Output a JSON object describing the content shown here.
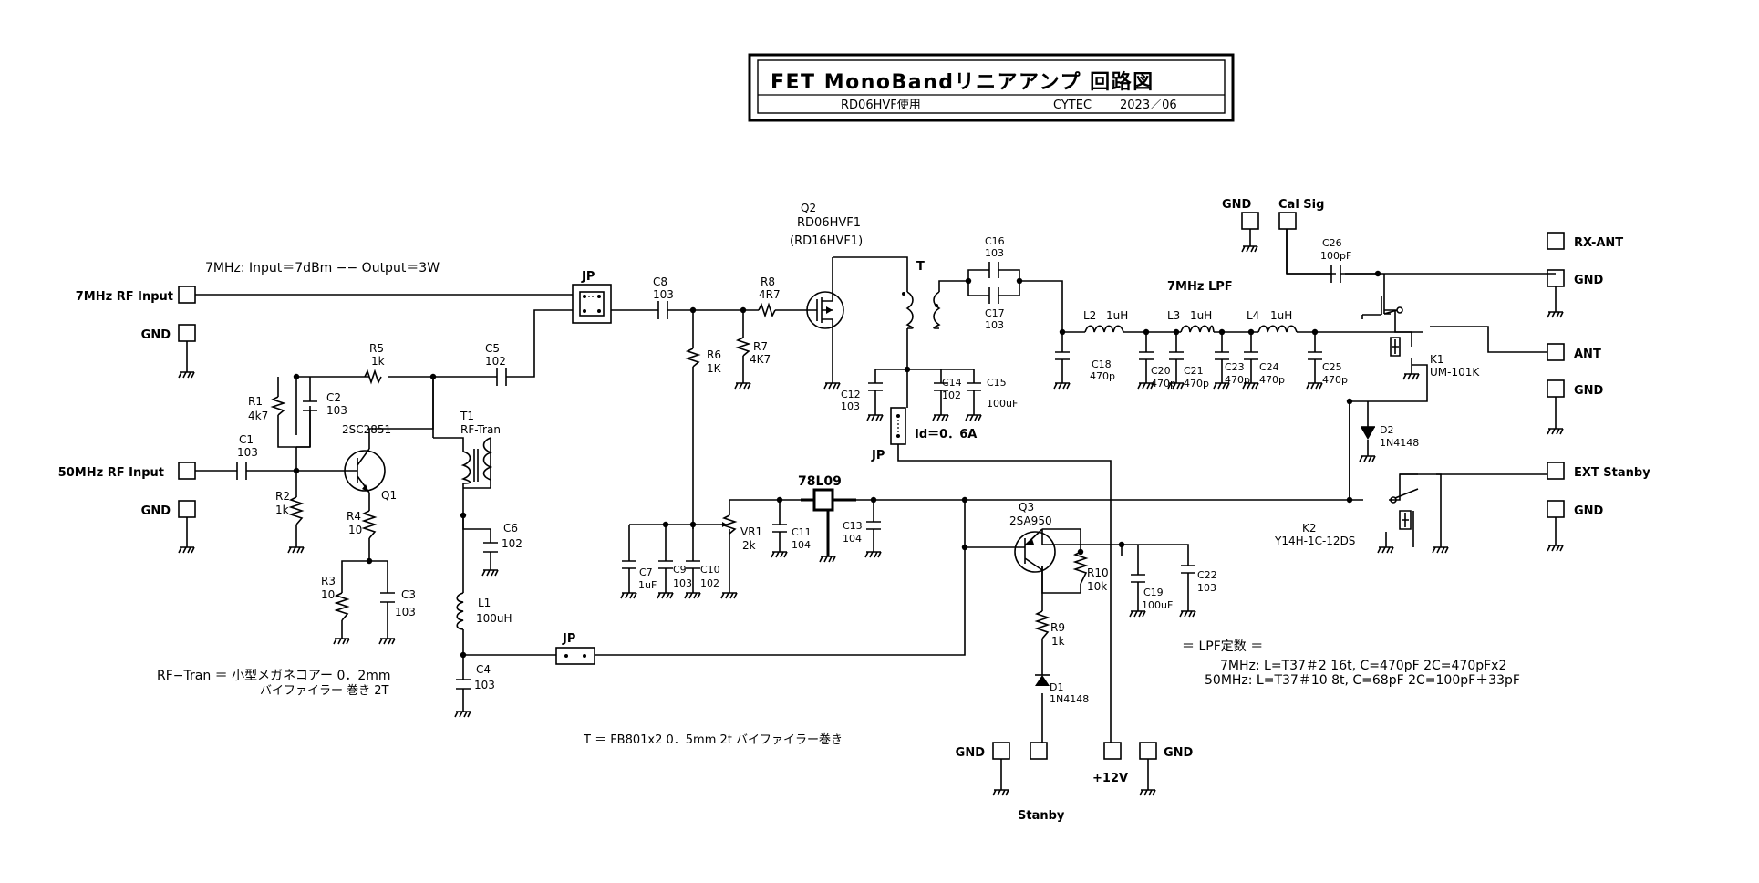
{
  "title": {
    "main": "FET MonoBandリニアアンプ 回路図",
    "device": "RD06HVF使用",
    "maker": "CYTEC",
    "date": "2023／06"
  },
  "notes": {
    "power7": "7MHz:  Input＝7dBm  −−  Output＝3W",
    "rftran1": "RF−Tran  ＝  小型メガネコアー  0．2mm",
    "rftran2": "バイファイラー 巻き   2T",
    "t_trans": "T  ＝  FB801x2  0．5mm  2t  バイファイラー巻き",
    "lpf7_title": "7MHz  LPF",
    "lpf_hdr": "＝  LPF定数  ＝",
    "lpf_7": "7MHz:  L=T37＃2  16t,  C=470pF  2C=470pFx2",
    "lpf_50": "50MHz:  L=T37＃10  8t,  C=68pF  2C=100pF＋33pF",
    "id": "Id＝0．6A"
  },
  "terminals": {
    "in7": "7MHz RF Input",
    "gnd_a": "GND",
    "in50": "50MHz RF Input",
    "gnd_b": "GND",
    "gnd_top": "GND",
    "calsig": "Cal Sig",
    "rxant": "RX-ANT",
    "gnd_c": "GND",
    "ant": "ANT",
    "gnd_d": "GND",
    "extstby": "EXT Stanby",
    "gnd_e": "GND",
    "gnd_stby": "GND",
    "stanby": "Stanby",
    "v12": "+12V",
    "gnd_v": "GND"
  },
  "jumpers": {
    "jp1": "JP",
    "jp2": "JP",
    "jp3": "JP"
  },
  "parts": {
    "c8": {
      "ref": "C8",
      "val": "103"
    },
    "r8": {
      "ref": "R8",
      "val": "4R7"
    },
    "q2": {
      "ref": "Q2",
      "val": "RD06HVF1",
      "alt": "(RD16HVF1)"
    },
    "t": {
      "ref": "T"
    },
    "c16": {
      "ref": "C16",
      "val": "103"
    },
    "c17": {
      "ref": "C17",
      "val": "103"
    },
    "r6": {
      "ref": "R6",
      "val": "1K"
    },
    "r7": {
      "ref": "R7",
      "val": "4K7"
    },
    "c12": {
      "ref": "C12",
      "val": "103"
    },
    "c14": {
      "ref": "C14",
      "val": "102"
    },
    "c15": {
      "ref": "C15",
      "val": "100uF"
    },
    "l2": {
      "ref": "L2",
      "val": "1uH"
    },
    "l3": {
      "ref": "L3",
      "val": "1uH"
    },
    "l4": {
      "ref": "L4",
      "val": "1uH"
    },
    "c18": {
      "ref": "C18",
      "val": "470p"
    },
    "c20": {
      "ref": "C20",
      "val": "470p"
    },
    "c21": {
      "ref": "C21",
      "val": "470p"
    },
    "c23": {
      "ref": "C23",
      "val": "470p"
    },
    "c24": {
      "ref": "C24",
      "val": "470p"
    },
    "c25": {
      "ref": "C25",
      "val": "470p"
    },
    "c26": {
      "ref": "C26",
      "val": "100pF"
    },
    "k1": {
      "ref": "K1",
      "val": "UM-101K"
    },
    "d2": {
      "ref": "D2",
      "val": "1N4148"
    },
    "k2": {
      "ref": "K2",
      "val": "Y14H-1C-12DS"
    },
    "r5": {
      "ref": "R5",
      "val": "1k"
    },
    "c5": {
      "ref": "C5",
      "val": "102"
    },
    "r1": {
      "ref": "R1",
      "val": "4k7"
    },
    "c2": {
      "ref": "C2",
      "val": "103"
    },
    "q1": {
      "ref": "Q1",
      "val": "2SC2851"
    },
    "t1": {
      "ref": "T1",
      "val": "RF-Tran"
    },
    "c1": {
      "ref": "C1",
      "val": "103"
    },
    "r2": {
      "ref": "R2",
      "val": "1k"
    },
    "r4": {
      "ref": "R4",
      "val": "10"
    },
    "r3": {
      "ref": "R3",
      "val": "10"
    },
    "c3": {
      "ref": "C3",
      "val": "103"
    },
    "c6": {
      "ref": "C6",
      "val": "102"
    },
    "l1": {
      "ref": "L1",
      "val": "100uH"
    },
    "c4": {
      "ref": "C4",
      "val": "103"
    },
    "u1": {
      "ref": "78L09"
    },
    "vr1": {
      "ref": "VR1",
      "val": "2k"
    },
    "c7": {
      "ref": "C7",
      "val": "1uF"
    },
    "c9": {
      "ref": "C9",
      "val": "103"
    },
    "c10": {
      "ref": "C10",
      "val": "102"
    },
    "c11": {
      "ref": "C11",
      "val": "104"
    },
    "c13": {
      "ref": "C13",
      "val": "104"
    },
    "q3": {
      "ref": "Q3",
      "val": "2SA950"
    },
    "r10": {
      "ref": "R10",
      "val": "10k"
    },
    "c19": {
      "ref": "C19",
      "val": "100uF"
    },
    "c22": {
      "ref": "C22",
      "val": "103"
    },
    "r9": {
      "ref": "R9",
      "val": "1k"
    },
    "d1": {
      "ref": "D1",
      "val": "1N4148"
    }
  }
}
